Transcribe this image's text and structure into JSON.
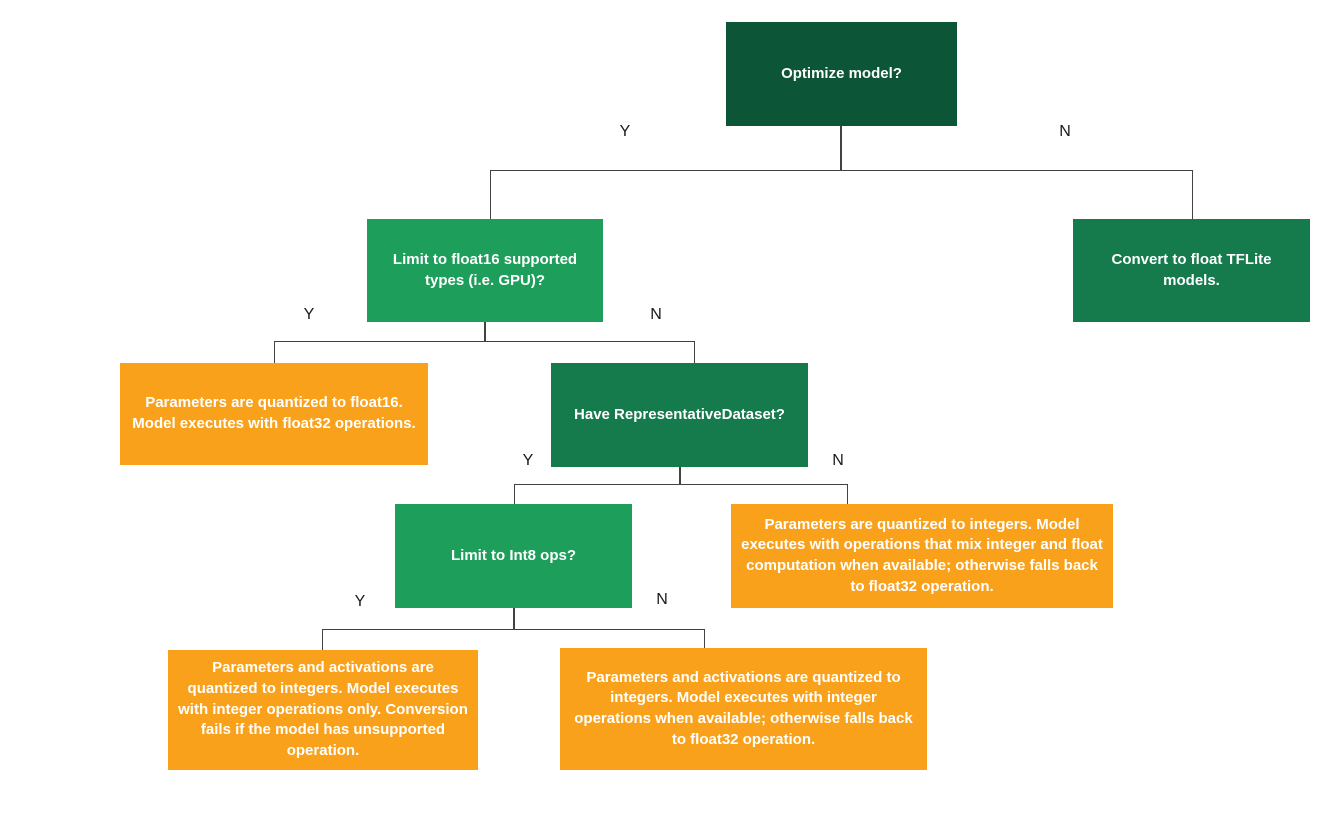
{
  "diagram": {
    "type": "flowchart",
    "colors": {
      "decision_root_green": "#0D5537",
      "decision_mid_green": "#157A4C",
      "decision_light_green": "#1E9E5B",
      "result_orange": "#F9A11B",
      "connector_line": "#424242",
      "node_text": "#FFFFFF",
      "edge_label_text": "#1A1A1A",
      "background": "#FFFFFF"
    },
    "nodes": [
      {
        "id": "optimize-model",
        "kind": "decision",
        "text": "Optimize model?"
      },
      {
        "id": "limit-float16",
        "kind": "decision",
        "text": "Limit to float16 supported types (i.e. GPU)?"
      },
      {
        "id": "convert-float-tflite",
        "kind": "result",
        "text": "Convert to float TFLite models."
      },
      {
        "id": "float16-result",
        "kind": "result",
        "text": "Parameters are quantized to float16. Model executes with float32 operations."
      },
      {
        "id": "have-representative-dataset",
        "kind": "decision",
        "text": "Have RepresentativeDataset?"
      },
      {
        "id": "limit-int8-ops",
        "kind": "decision",
        "text": "Limit to Int8 ops?"
      },
      {
        "id": "mixed-int-float-result",
        "kind": "result",
        "text": "Parameters are quantized to integers. Model executes with operations that mix integer and float computation when available; otherwise falls back to float32 operation."
      },
      {
        "id": "int8-only-result",
        "kind": "result",
        "text": "Parameters and activations are quantized to integers. Model executes with integer operations only. Conversion fails if the model has unsupported operation."
      },
      {
        "id": "int8-fallback-result",
        "kind": "result",
        "text": "Parameters and activations are quantized to integers. Model executes with integer operations when available; otherwise falls back to float32 operation."
      }
    ],
    "edge_labels": [
      {
        "id": "optimize-yes",
        "text": "Y"
      },
      {
        "id": "optimize-no",
        "text": "N"
      },
      {
        "id": "float16-yes",
        "text": "Y"
      },
      {
        "id": "float16-no",
        "text": "N"
      },
      {
        "id": "repdataset-yes",
        "text": "Y"
      },
      {
        "id": "repdataset-no",
        "text": "N"
      },
      {
        "id": "int8-yes",
        "text": "Y"
      },
      {
        "id": "int8-no",
        "text": "N"
      }
    ]
  }
}
